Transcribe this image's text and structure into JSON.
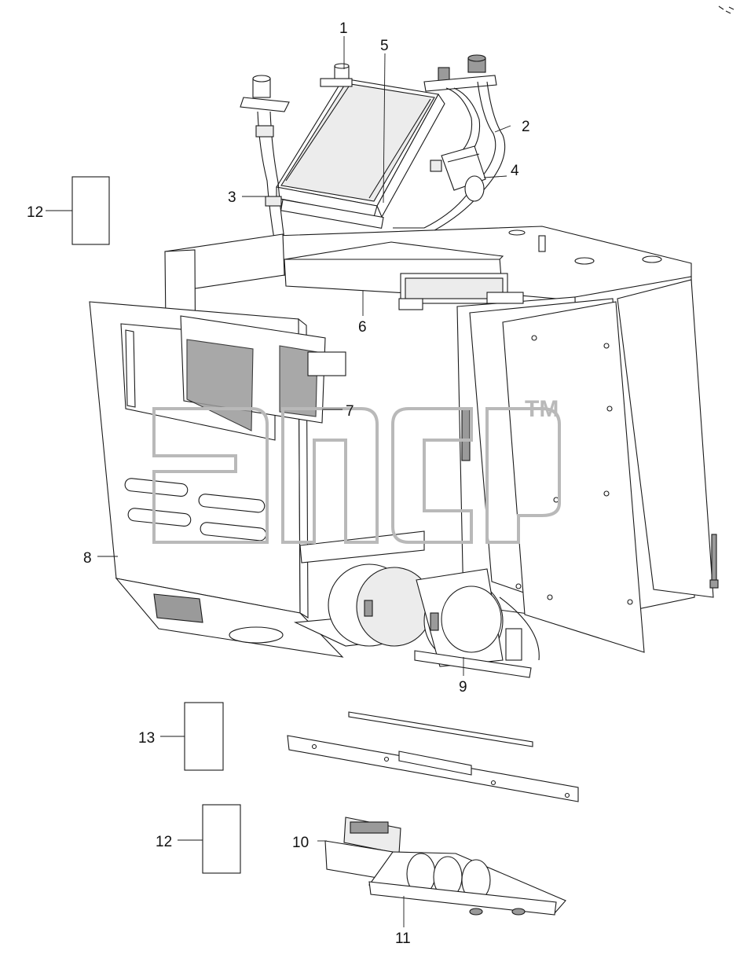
{
  "watermark": {
    "tm": "TM"
  },
  "callouts": {
    "c1": "1",
    "c2": "2",
    "c3": "3",
    "c4": "4",
    "c5": "5",
    "c6": "6",
    "c7": "7",
    "c8": "8",
    "c9": "9",
    "c10": "10",
    "c11": "11",
    "c12a": "12",
    "c12b": "12",
    "c13": "13"
  },
  "icons": [
    "hose-fitting-icon",
    "grille-icon",
    "fan-blower-icon"
  ]
}
